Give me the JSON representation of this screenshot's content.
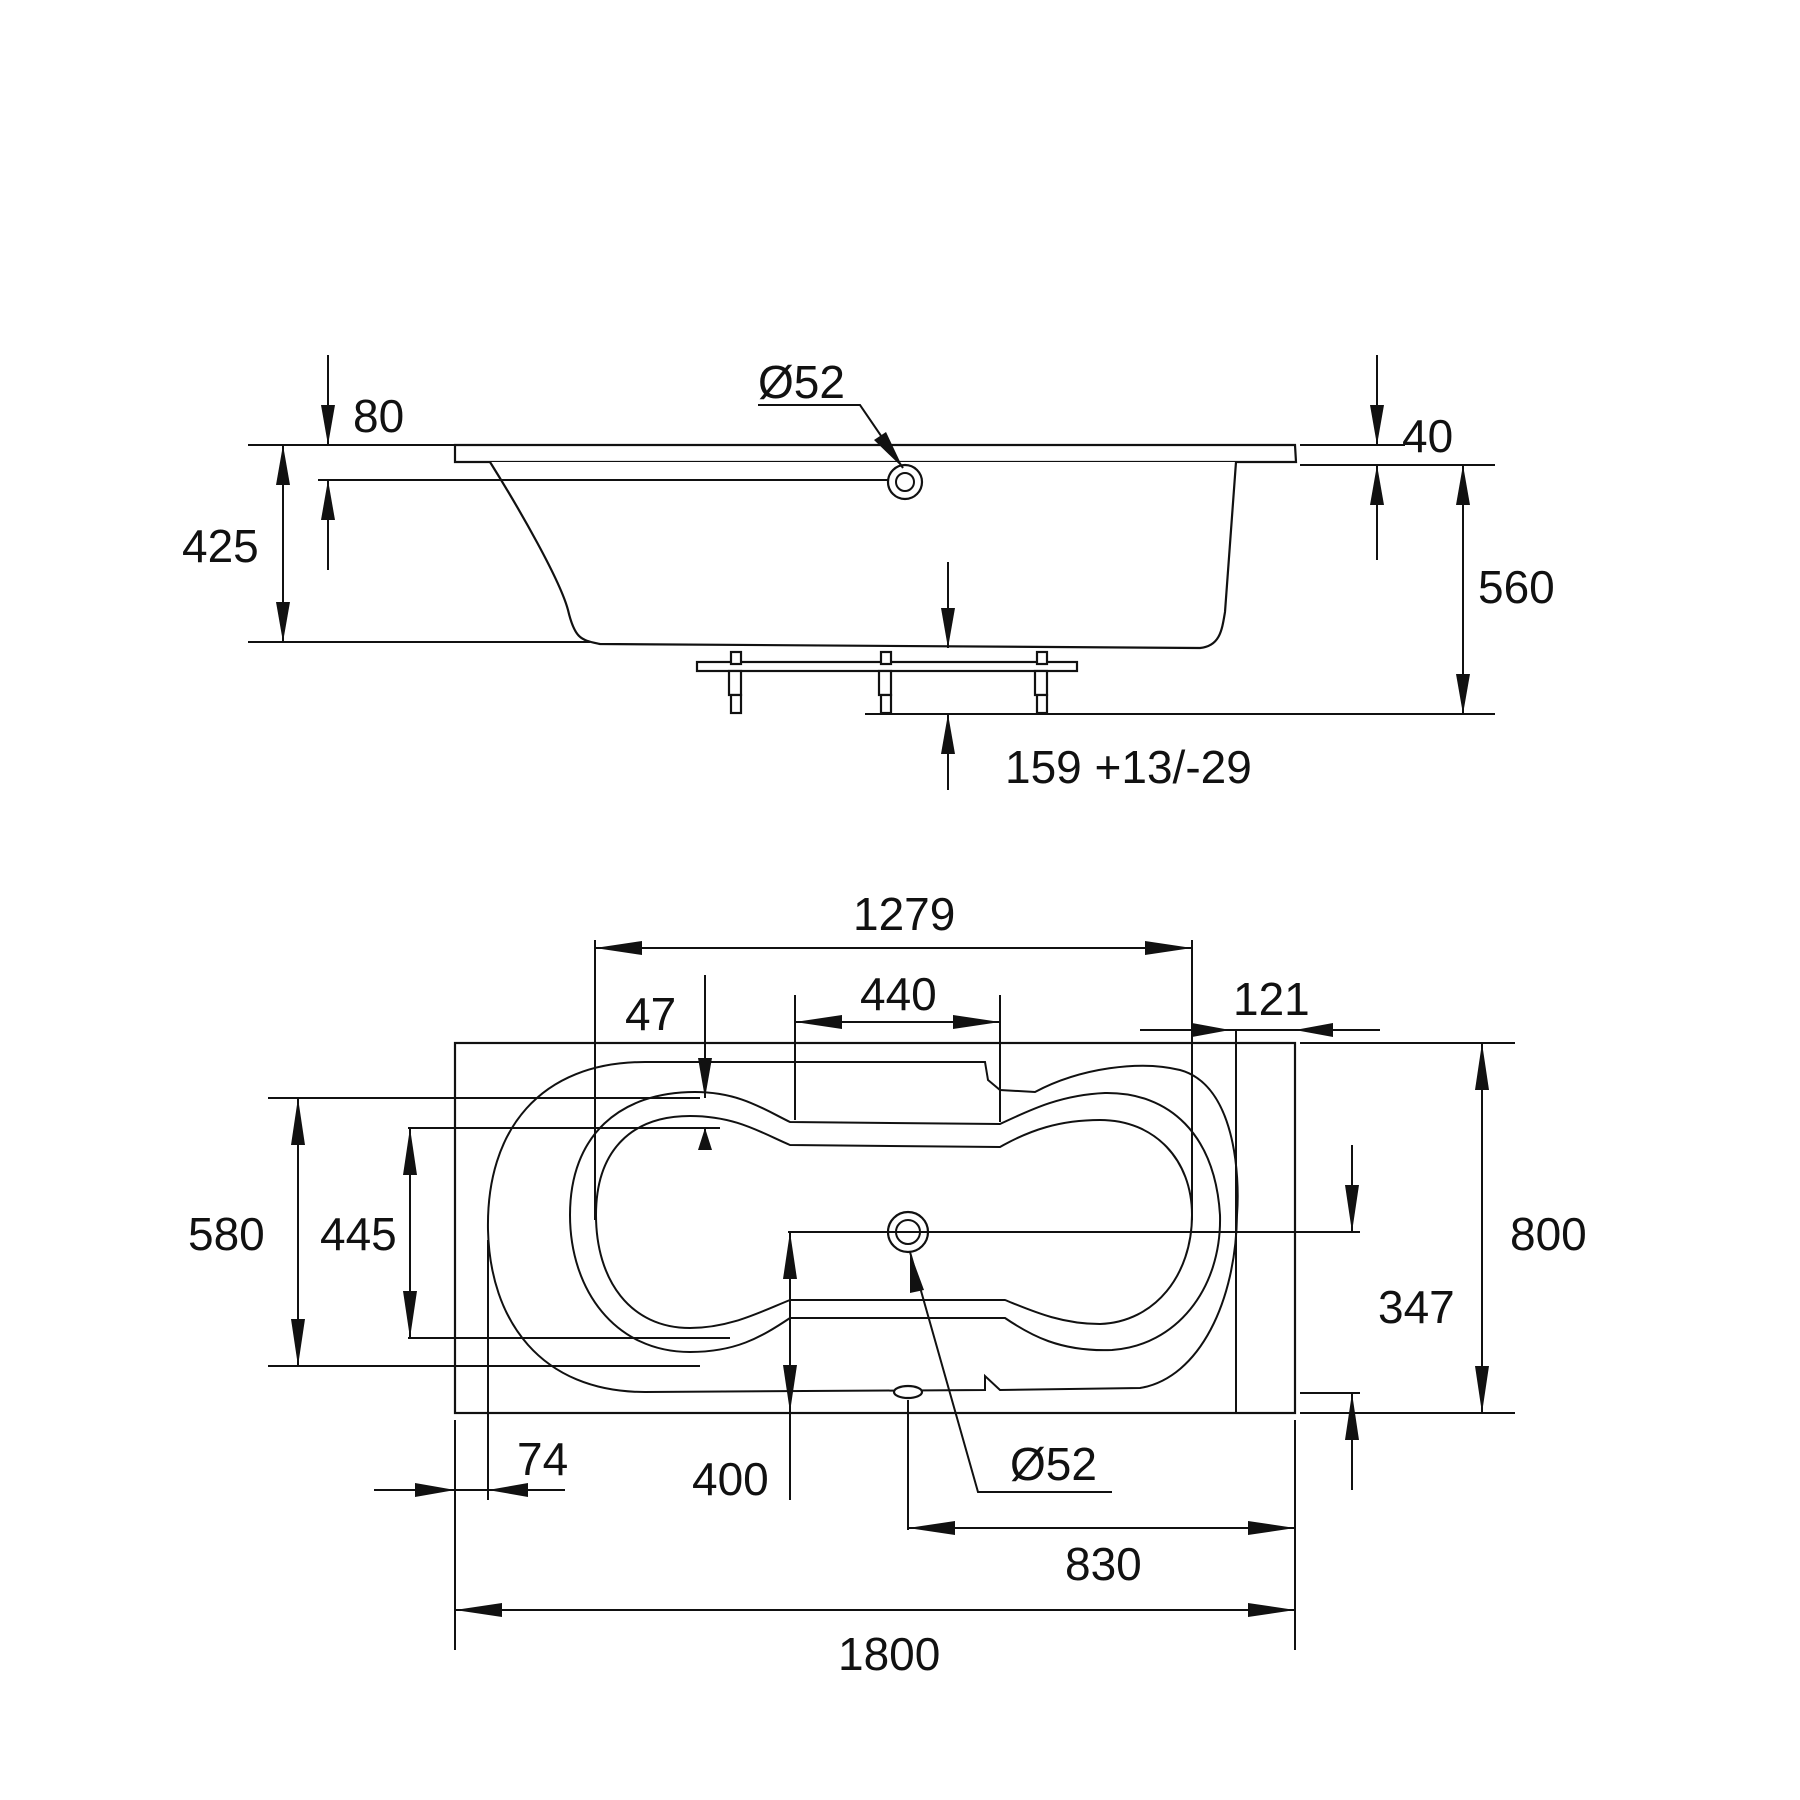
{
  "side_view": {
    "overflow_diameter": "Ø52",
    "overflow_depth": "80",
    "rim_thickness": "40",
    "inner_depth": "425",
    "total_height": "560",
    "leg_height": "159 +13/-29"
  },
  "top_view": {
    "inner_length": "1279",
    "armrest_width": "440",
    "armrest_inset": "47",
    "rim_offset": "121",
    "outer_bowl_width": "580",
    "inner_bowl_width": "445",
    "total_width": "800",
    "drain_offset_width": "347",
    "rim_offset_left": "74",
    "drain_offset_side": "400",
    "drain_diameter": "Ø52",
    "drain_position": "830",
    "total_length": "1800"
  },
  "colors": {
    "line": "#111111",
    "background": "#ffffff"
  }
}
